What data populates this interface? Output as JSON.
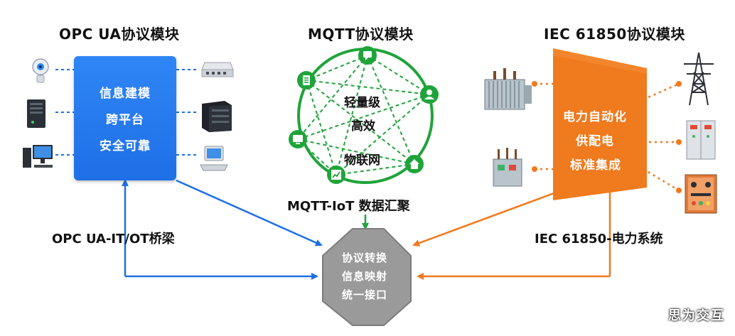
{
  "opc": {
    "title": "OPC UA协议模块",
    "features": [
      "信息建模",
      "跨平台",
      "安全可靠"
    ],
    "bridge_label": "OPC UA-IT/OT桥梁"
  },
  "mqtt": {
    "title": "MQTT协议模块",
    "features": [
      "轻量级",
      "高效",
      "物联网"
    ],
    "aggregate_label": "MQTT-IoT 数据汇聚"
  },
  "iec": {
    "title": "IEC 61850协议模块",
    "features": [
      "电力自动化",
      "供配电",
      "标准集成"
    ],
    "system_label": "IEC 61850-电力系统"
  },
  "hub": {
    "lines": [
      "协议转换",
      "信息映射",
      "统一接口"
    ]
  },
  "watermark": "思为交互",
  "colors": {
    "opc_blue": "#1f6fe6",
    "mqtt_green": "#1fa43a",
    "iec_orange": "#f07a1e",
    "hub_gray": "#9a9a9a"
  },
  "icons": {
    "opc_devices": [
      "security-camera-icon",
      "network-switch-icon",
      "server-tower-icon",
      "server-rack-icon",
      "desktop-computer-icon",
      "laptop-icon"
    ],
    "mqtt_nodes": [
      "chat-icon",
      "document-icon",
      "user-icon",
      "monitor-icon",
      "chart-icon",
      "home-icon"
    ],
    "iec_devices": [
      "transformer-icon",
      "substation-transformer-icon",
      "power-tower-icon",
      "switchgear-cabinet-icon",
      "control-panel-icon"
    ]
  }
}
